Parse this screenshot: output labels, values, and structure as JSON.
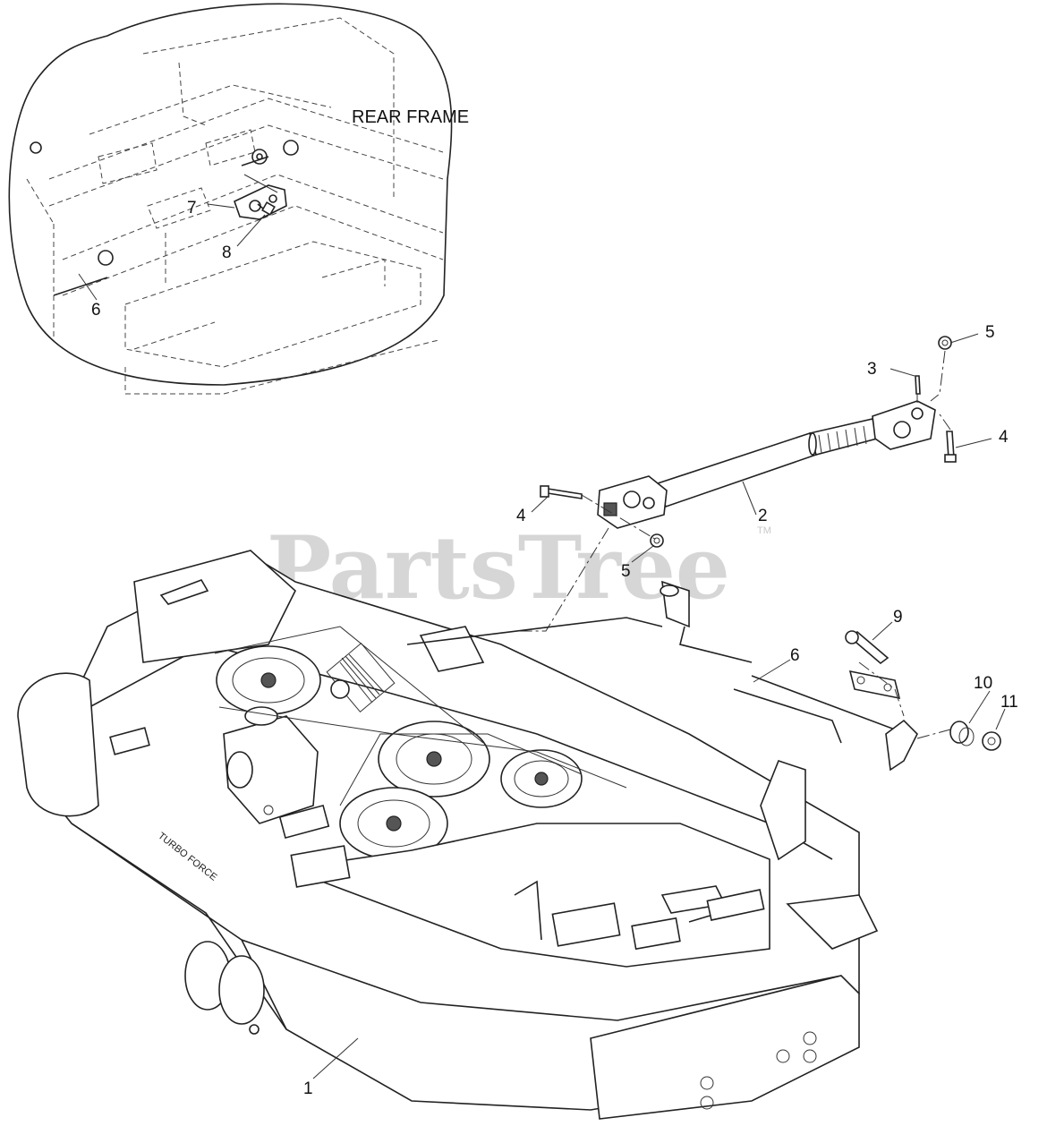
{
  "inset": {
    "title": "REAR FRAME"
  },
  "watermark": {
    "brand": "PartsTree",
    "trademark": "TM"
  },
  "deck": {
    "decal_text": "TURBO FORCE"
  },
  "callouts": [
    {
      "id": "c1",
      "label": "1"
    },
    {
      "id": "c2",
      "label": "2"
    },
    {
      "id": "c3",
      "label": "3"
    },
    {
      "id": "c4a",
      "label": "4"
    },
    {
      "id": "c4b",
      "label": "4"
    },
    {
      "id": "c5a",
      "label": "5"
    },
    {
      "id": "c5b",
      "label": "5"
    },
    {
      "id": "c6a",
      "label": "6"
    },
    {
      "id": "c6b",
      "label": "6"
    },
    {
      "id": "c7",
      "label": "7"
    },
    {
      "id": "c8",
      "label": "8"
    },
    {
      "id": "c9",
      "label": "9"
    },
    {
      "id": "c10",
      "label": "10"
    },
    {
      "id": "c11",
      "label": "11"
    }
  ]
}
